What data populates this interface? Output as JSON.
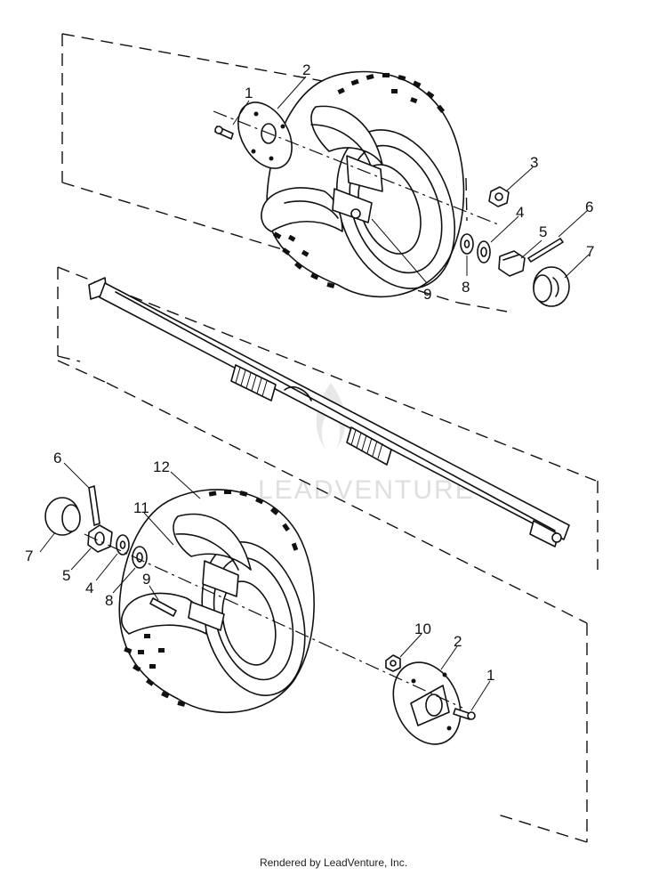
{
  "diagram": {
    "callouts_top": [
      {
        "id": "t1",
        "text": "1"
      },
      {
        "id": "t2",
        "text": "2"
      },
      {
        "id": "t3",
        "text": "3"
      },
      {
        "id": "t4",
        "text": "4"
      },
      {
        "id": "t5",
        "text": "5"
      },
      {
        "id": "t6",
        "text": "6"
      },
      {
        "id": "t7",
        "text": "7"
      },
      {
        "id": "t8",
        "text": "8"
      },
      {
        "id": "t9",
        "text": "9"
      }
    ],
    "callouts_bottom": [
      {
        "id": "b6",
        "text": "6"
      },
      {
        "id": "b12",
        "text": "12"
      },
      {
        "id": "b11",
        "text": "11"
      },
      {
        "id": "b7",
        "text": "7"
      },
      {
        "id": "b5",
        "text": "5"
      },
      {
        "id": "b4",
        "text": "4"
      },
      {
        "id": "b8",
        "text": "8"
      },
      {
        "id": "b9",
        "text": "9"
      },
      {
        "id": "b10",
        "text": "10"
      },
      {
        "id": "b2",
        "text": "2"
      },
      {
        "id": "b1",
        "text": "1"
      }
    ],
    "watermark": "LEADVENTURE"
  },
  "footer": {
    "credit": "Rendered by LeadVenture, Inc."
  }
}
